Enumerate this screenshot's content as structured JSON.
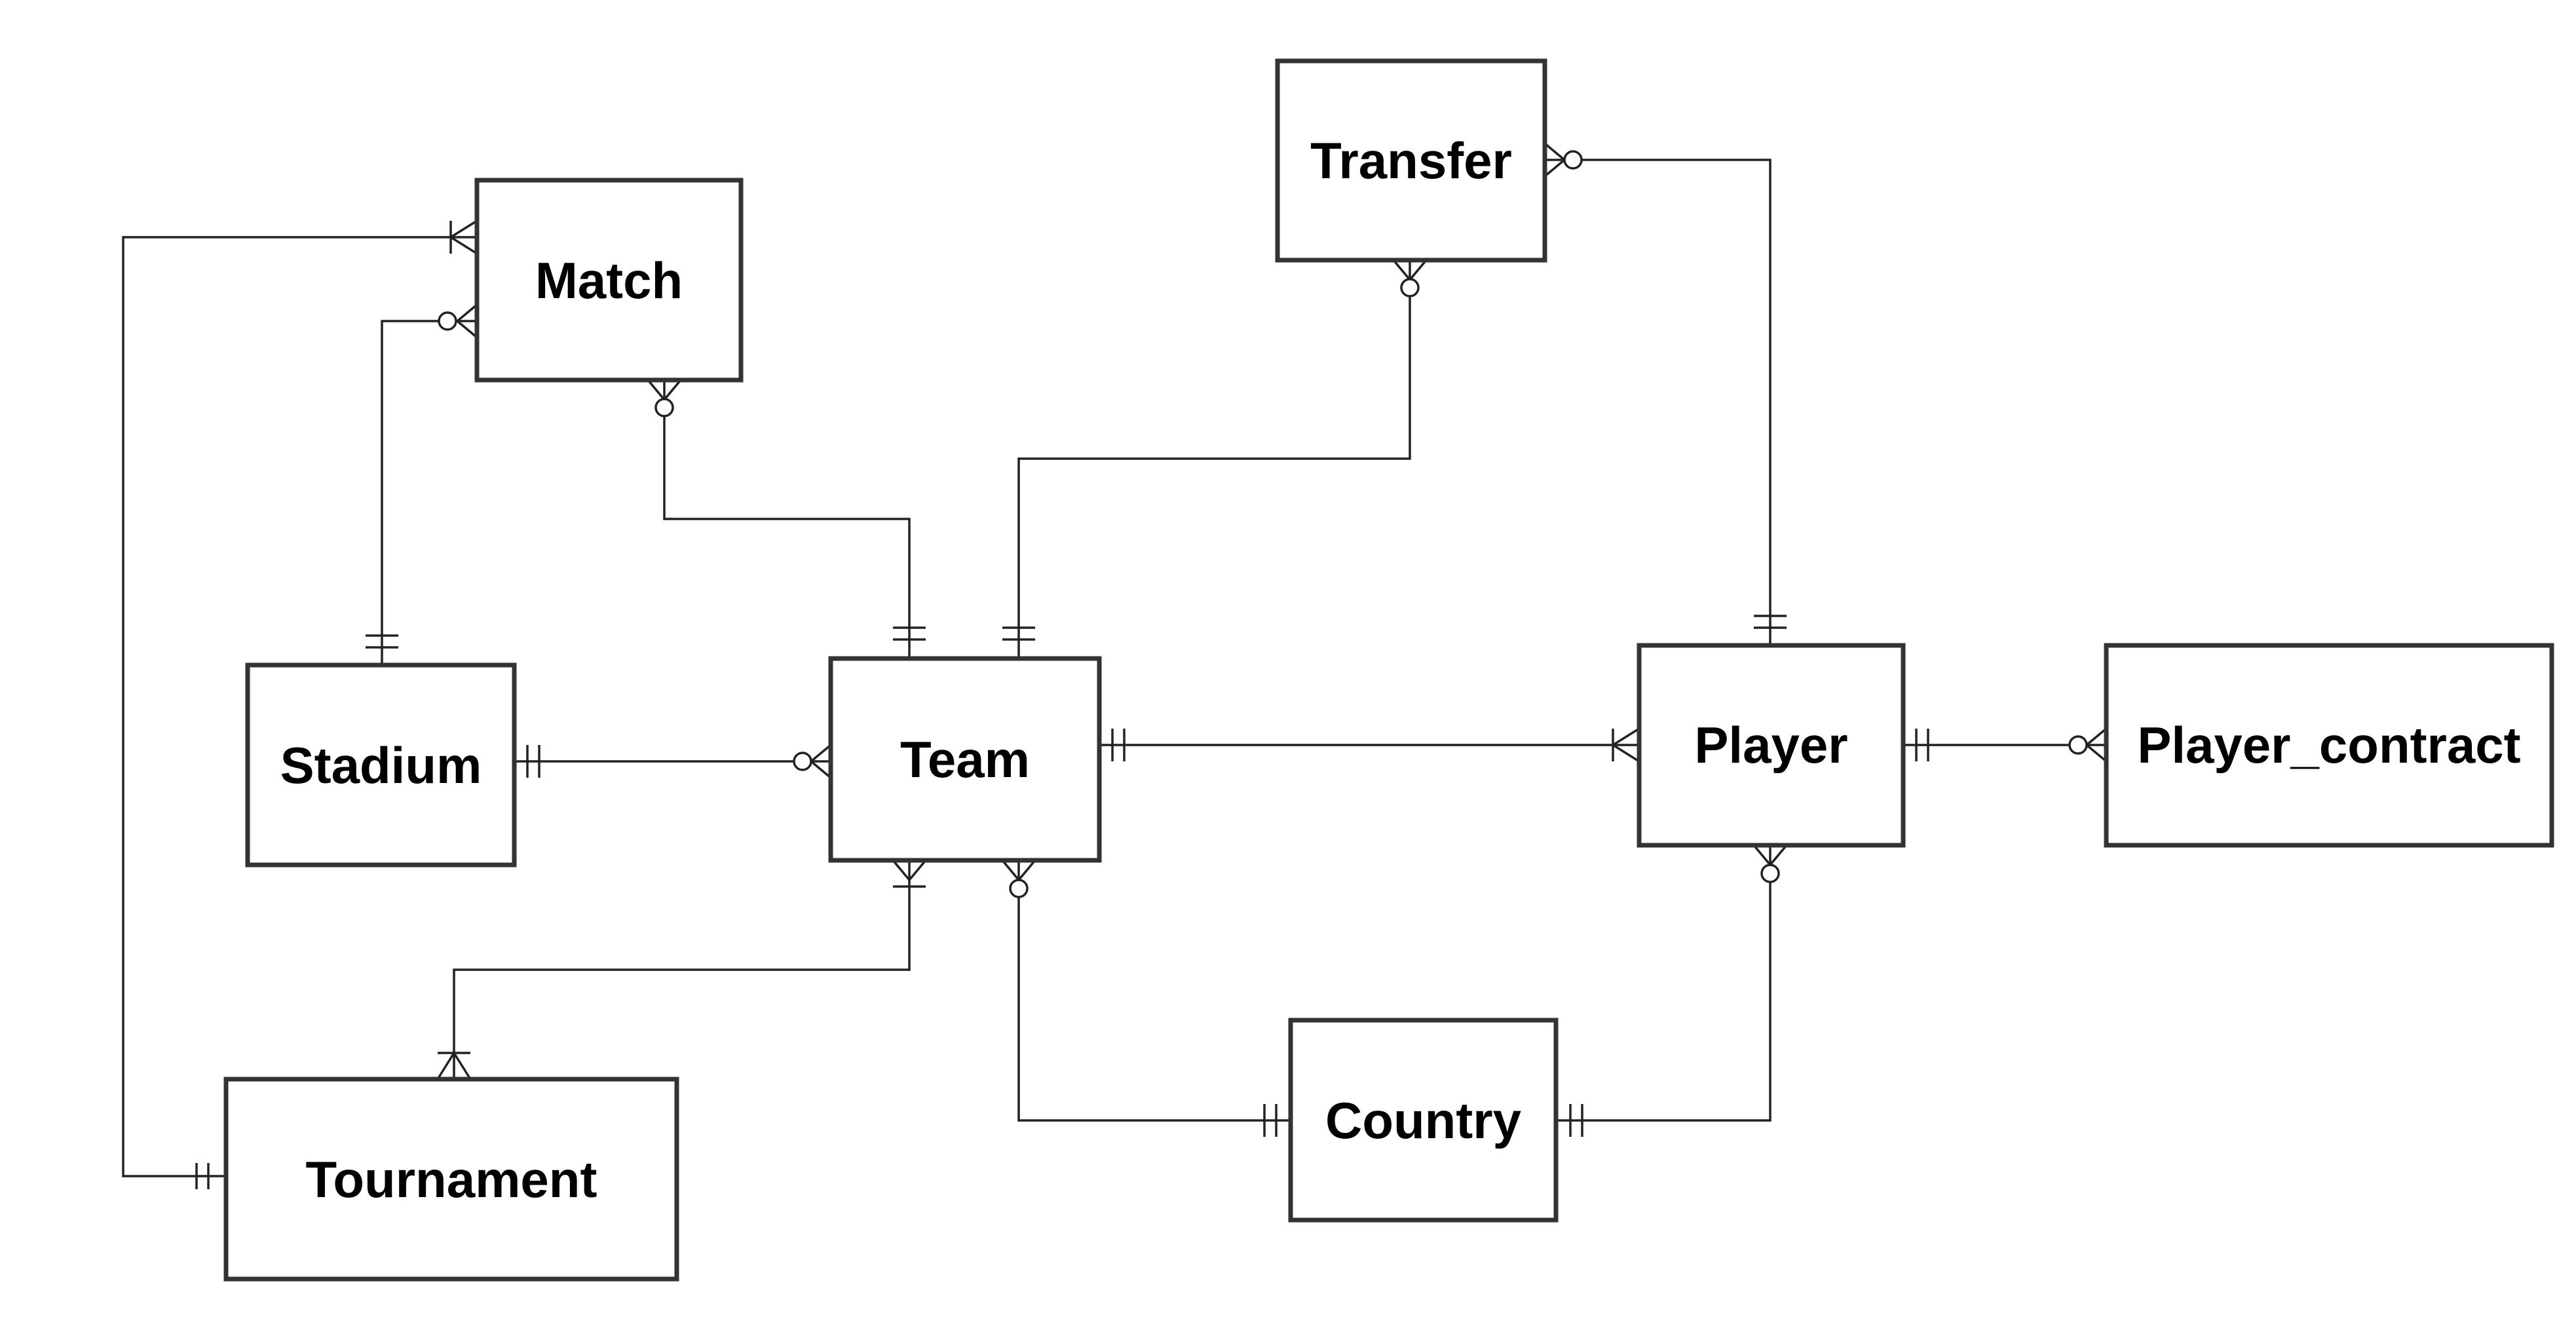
{
  "diagram": {
    "type": "entity-relationship",
    "entities": [
      {
        "id": "match",
        "label": "Match"
      },
      {
        "id": "transfer",
        "label": "Transfer"
      },
      {
        "id": "stadium",
        "label": "Stadium"
      },
      {
        "id": "team",
        "label": "Team"
      },
      {
        "id": "player",
        "label": "Player"
      },
      {
        "id": "player_contract",
        "label": "Player_contract"
      },
      {
        "id": "tournament",
        "label": "Tournament"
      },
      {
        "id": "country",
        "label": "Country"
      }
    ],
    "relationships": [
      {
        "from": "tournament",
        "from_card": "exactly-one",
        "to": "match",
        "to_card": "one-or-many"
      },
      {
        "from": "stadium",
        "from_card": "exactly-one",
        "to": "match",
        "to_card": "zero-or-many"
      },
      {
        "from": "team",
        "from_card": "exactly-one",
        "to": "match",
        "to_card": "zero-or-many"
      },
      {
        "from": "team",
        "from_card": "exactly-one",
        "to": "transfer",
        "to_card": "zero-or-many"
      },
      {
        "from": "player",
        "from_card": "exactly-one",
        "to": "transfer",
        "to_card": "zero-or-many"
      },
      {
        "from": "stadium",
        "from_card": "exactly-one",
        "to": "team",
        "to_card": "zero-or-many"
      },
      {
        "from": "team",
        "from_card": "exactly-one",
        "to": "player",
        "to_card": "one-or-many"
      },
      {
        "from": "player",
        "from_card": "exactly-one",
        "to": "player_contract",
        "to_card": "zero-or-many"
      },
      {
        "from": "team",
        "from_card": "one-or-many",
        "to": "tournament",
        "to_card": "one-or-many"
      },
      {
        "from": "country",
        "from_card": "exactly-one",
        "to": "team",
        "to_card": "zero-or-many"
      },
      {
        "from": "country",
        "from_card": "exactly-one",
        "to": "player",
        "to_card": "zero-or-many"
      }
    ]
  }
}
